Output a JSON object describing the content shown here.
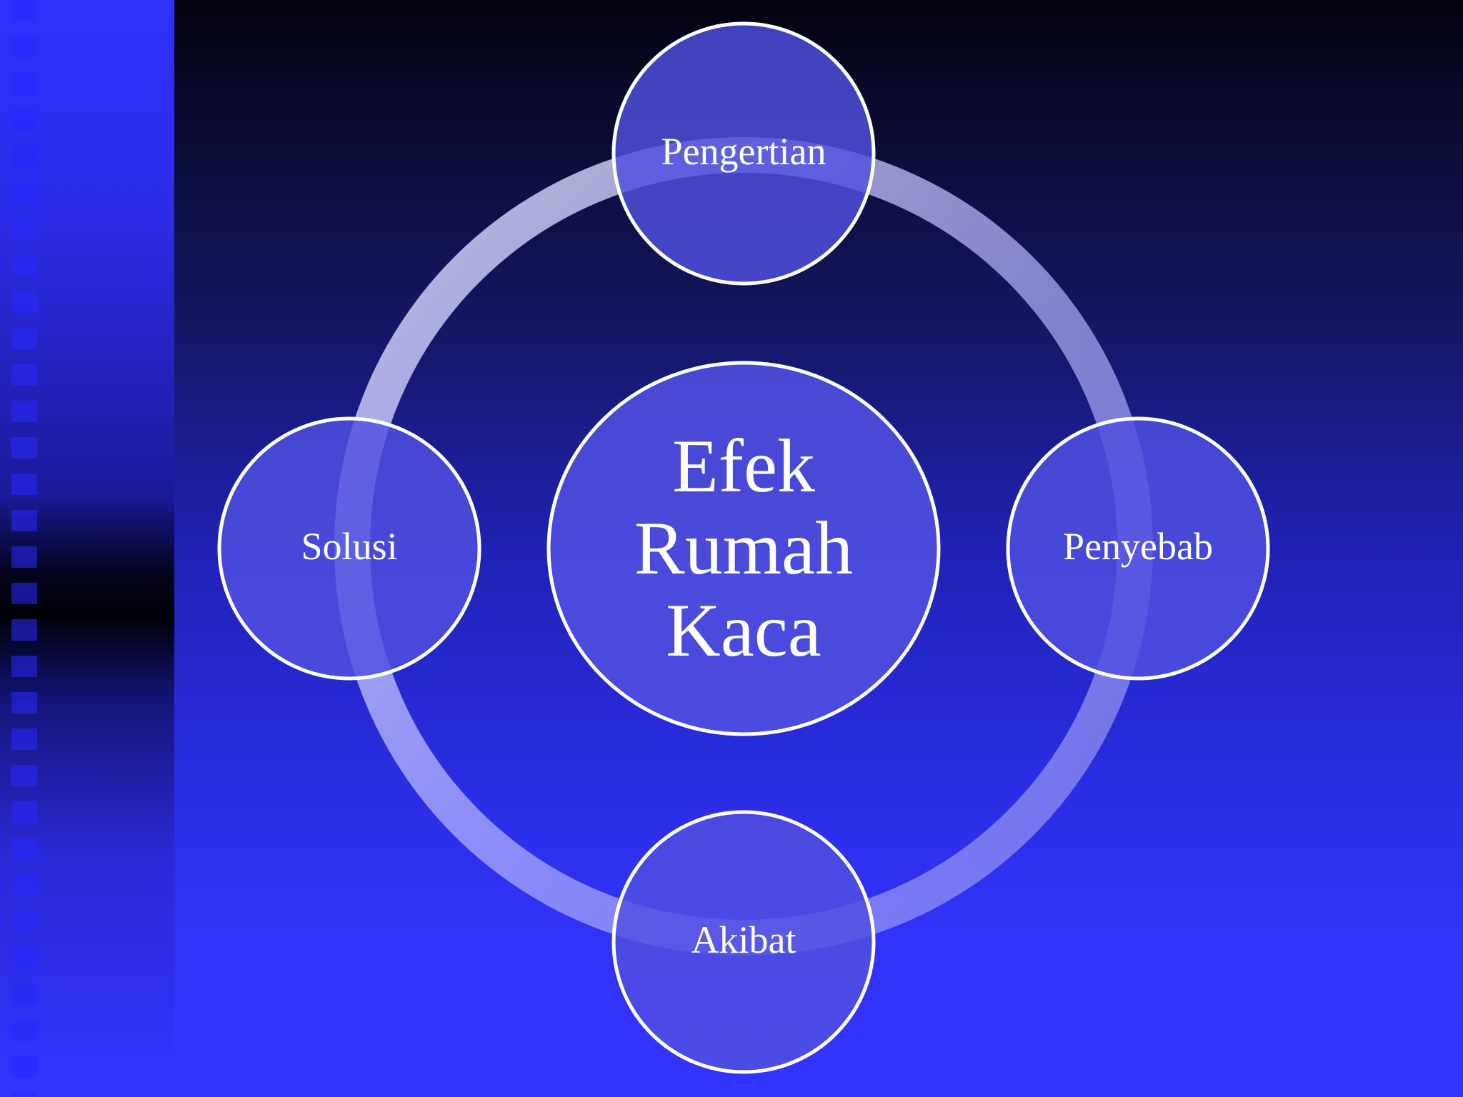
{
  "diagram": {
    "center": {
      "lines": [
        "Efek",
        "Rumah",
        "Kaca"
      ]
    },
    "nodes": {
      "top": "Pengertian",
      "right": "Penyebab",
      "bottom": "Akibat",
      "left": "Solusi"
    }
  },
  "colors": {
    "background_top": "#02020e",
    "background_bottom": "#3333ff",
    "node_fill": "#5050e0",
    "node_stroke": "#ffffff",
    "ring": "#c8c8ff"
  }
}
